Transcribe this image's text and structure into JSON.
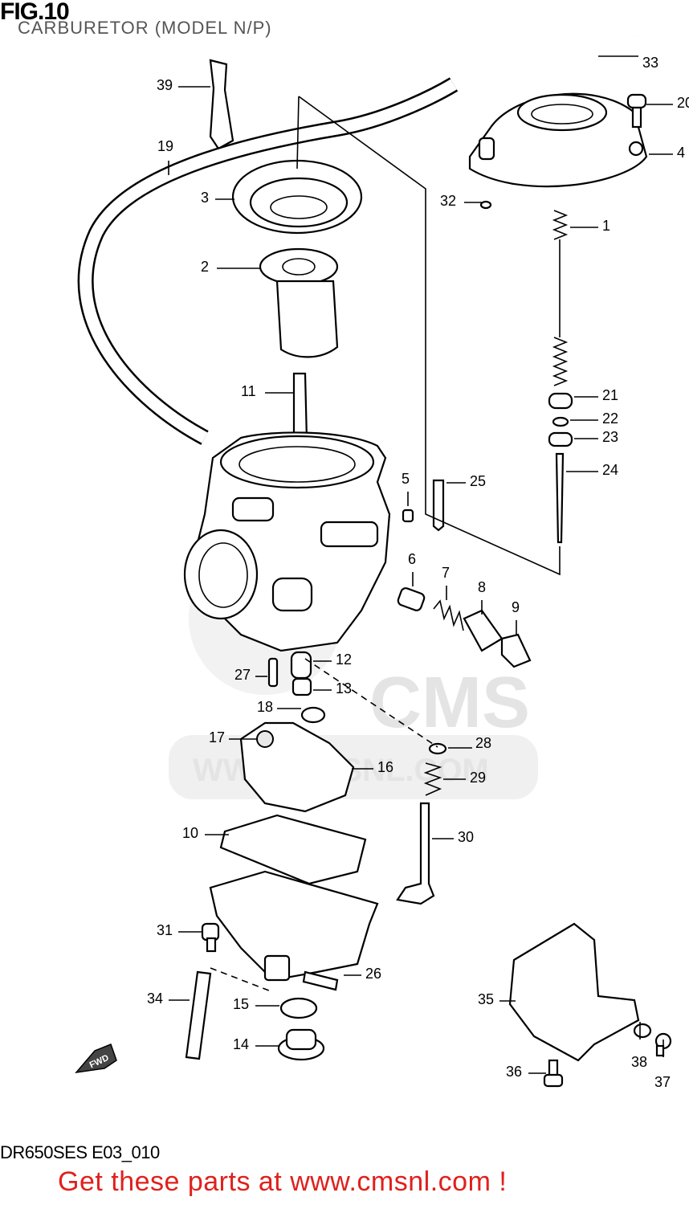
{
  "figure": {
    "title": "FIG.10",
    "subtitle": "CARBURETOR (MODEL N/P)",
    "drawing_code": "DR650SES E03_010",
    "fwd_label": "FWD"
  },
  "watermark": {
    "brand": "CMS",
    "url_text": "WWW.CMSNL.COM"
  },
  "promo": {
    "text": "Get these parts at www.cmsnl.com !",
    "color": "#e0201c"
  },
  "callouts": [
    {
      "label": "33"
    },
    {
      "label": "20"
    },
    {
      "label": "4"
    },
    {
      "label": "39"
    },
    {
      "label": "19"
    },
    {
      "label": "3"
    },
    {
      "label": "32"
    },
    {
      "label": "1"
    },
    {
      "label": "2"
    },
    {
      "label": "11"
    },
    {
      "label": "21"
    },
    {
      "label": "22"
    },
    {
      "label": "23"
    },
    {
      "label": "24"
    },
    {
      "label": "5"
    },
    {
      "label": "25"
    },
    {
      "label": "6"
    },
    {
      "label": "7"
    },
    {
      "label": "8"
    },
    {
      "label": "9"
    },
    {
      "label": "12"
    },
    {
      "label": "27"
    },
    {
      "label": "13"
    },
    {
      "label": "18"
    },
    {
      "label": "17"
    },
    {
      "label": "28"
    },
    {
      "label": "16"
    },
    {
      "label": "29"
    },
    {
      "label": "10"
    },
    {
      "label": "30"
    },
    {
      "label": "31"
    },
    {
      "label": "26"
    },
    {
      "label": "34"
    },
    {
      "label": "15"
    },
    {
      "label": "35"
    },
    {
      "label": "14"
    },
    {
      "label": "38"
    },
    {
      "label": "36"
    },
    {
      "label": "37"
    }
  ]
}
